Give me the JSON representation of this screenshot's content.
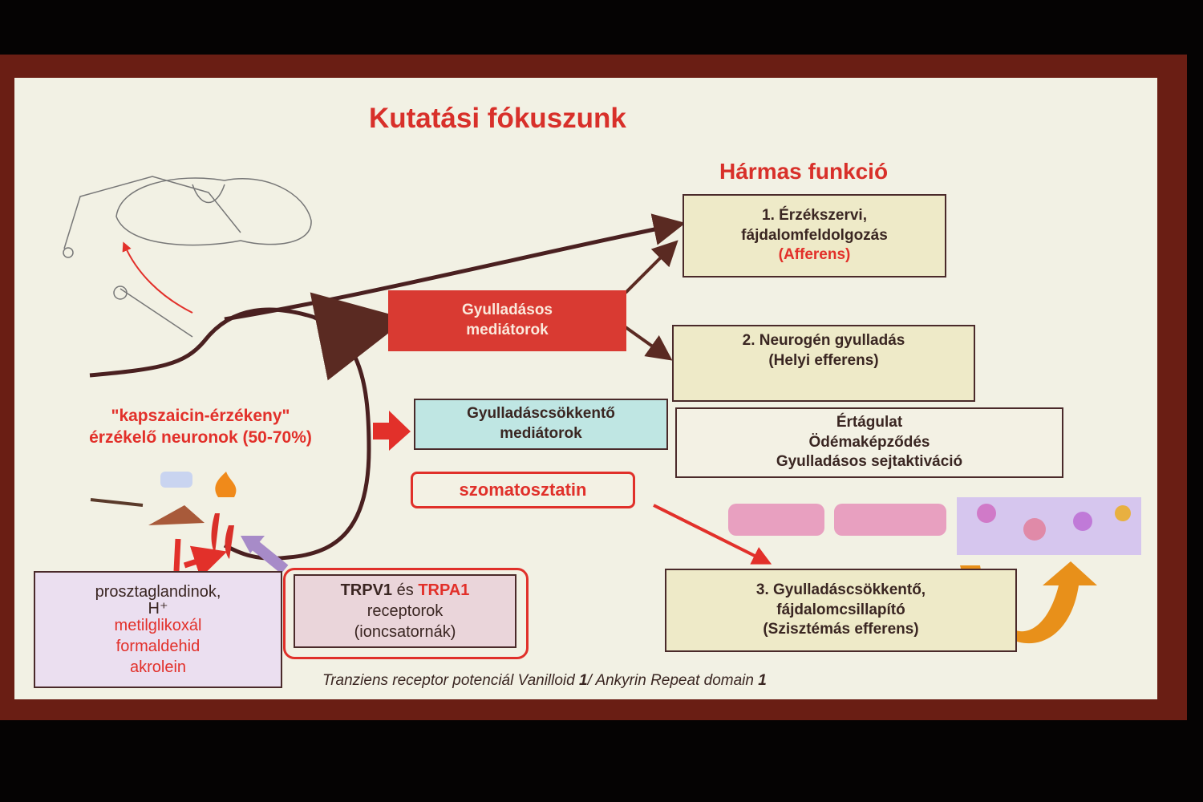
{
  "title": "Kutatási fókuszunk",
  "subtitle": "Hármas funkció",
  "functions": [
    {
      "lines": [
        "1. Érzékszervi,",
        "fájdalomfeldolgozás",
        "(Afferens)"
      ]
    },
    {
      "lines": [
        "2. Neurogén gyulladás",
        "(Helyi efferens)"
      ]
    },
    {
      "lines": [
        "Értágulat",
        "Ödémaképződés",
        "Gyulladásos sejtaktiváció"
      ]
    },
    {
      "lines": [
        "3. Gyulladáscsökkentő,",
        "fájdalomcsillapító",
        "(Szisztémás efferens)"
      ]
    }
  ],
  "mediators": {
    "inflammatory": [
      "Gyulladásos",
      "mediátorok"
    ],
    "anti_inflammatory": [
      "Gyulladáscsökkentő",
      "mediátorok"
    ],
    "somatostatin": "szomatosztatin"
  },
  "neurons": [
    "\"kapszaicin-érzékeny\"",
    "érzékelő neuronok (50-70%)"
  ],
  "stimuli": {
    "black": [
      "prosztaglandinok,",
      "H⁺"
    ],
    "red": [
      "metilglikoxál",
      "formaldehid",
      "akrolein"
    ]
  },
  "receptors": {
    "trpv1": "TRPV1",
    "and": " és ",
    "trpa1": "TRPA1",
    "line2": "receptorok",
    "line3": "(ioncsatornák)"
  },
  "footnote": {
    "a": "Tranziens receptor potenciál Vanilloid ",
    "b": "1",
    "c": "/ Ankyrin Repeat domain ",
    "d": "1"
  },
  "colors": {
    "accent": "#e2302a",
    "frame": "#6a1e14",
    "slide": "#f2f1e4",
    "orange": "#e8901a"
  }
}
